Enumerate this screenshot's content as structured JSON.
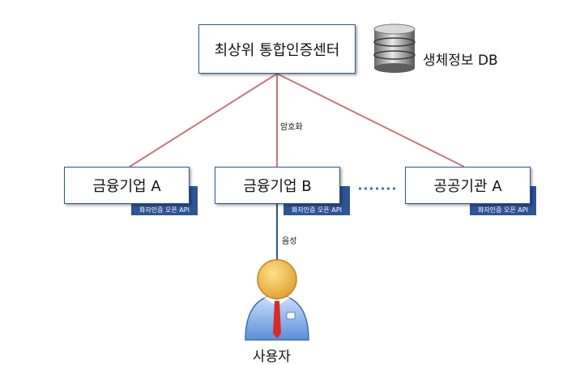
{
  "top_center": {
    "label": "최상위 통합인증센터"
  },
  "database": {
    "label": "생체정보 DB",
    "icon": "database-icon"
  },
  "connection_labels": {
    "encryption": "암호화",
    "voice": "음성"
  },
  "nodes": [
    {
      "label": "금융기업 A",
      "api_tag": "화자인증 오픈 API"
    },
    {
      "label": "금융기업 B",
      "api_tag": "화자인증 오픈 API"
    },
    {
      "label": "공공기관 A",
      "api_tag": "화자인증 오픈 API"
    }
  ],
  "ellipsis": "……",
  "user": {
    "label": "사용자",
    "icon": "user-icon"
  },
  "colors": {
    "node_border": "#2f5496",
    "api_tag_bg": "#2f5496",
    "line_red": "#c8777a",
    "line_blue": "#2f5496",
    "dots": "#4472c4"
  }
}
